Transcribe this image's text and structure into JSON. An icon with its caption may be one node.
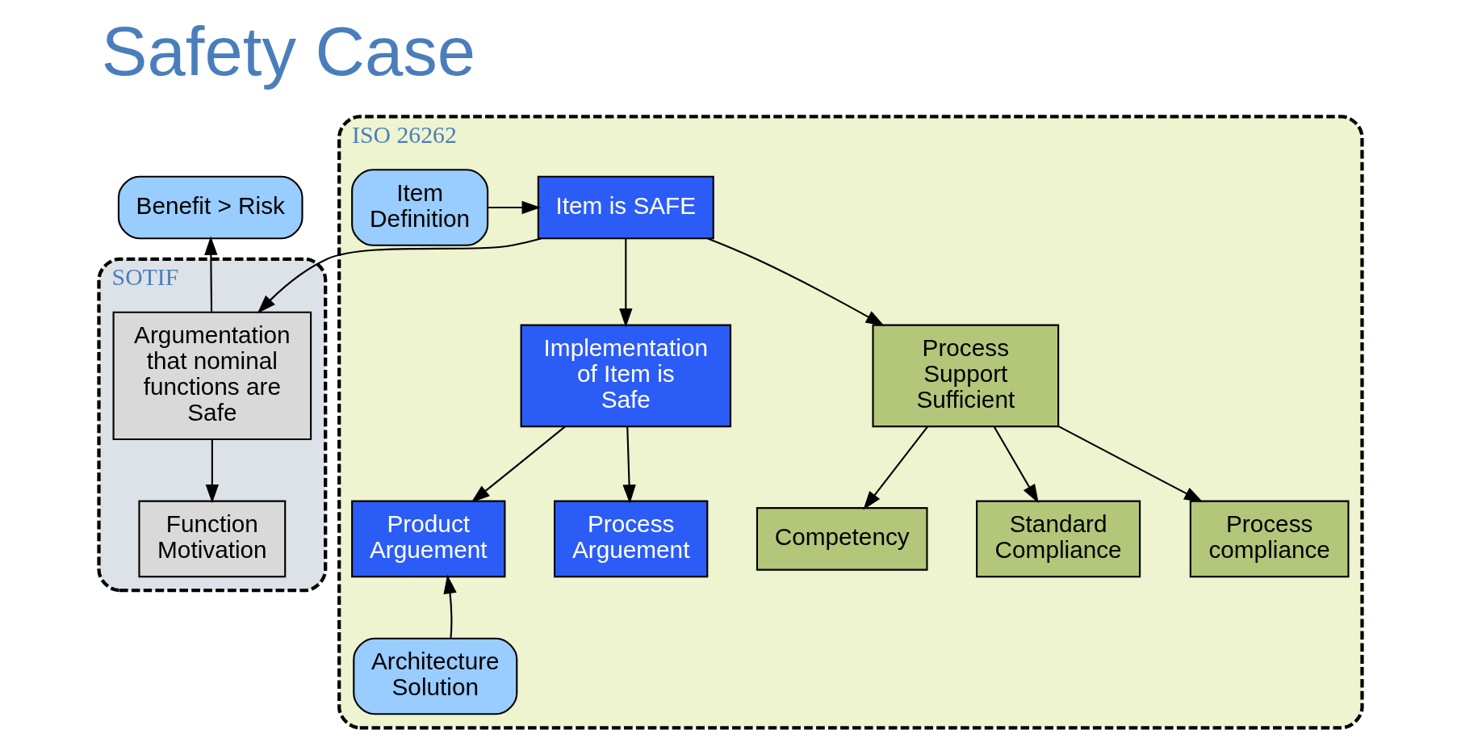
{
  "diagram": {
    "title": "Safety Case",
    "nodes": [
      {
        "text": [
          "ISO 26262"
        ]
      },
      {
        "text": [
          "Item is SAFE"
        ],
        "in": 0
      },
      {
        "text": [
          "Item Definition"
        ],
        "in": 0
      },
      {
        "text": [
          "SOTIF"
        ]
      },
      {
        "text": [
          "Argumentation that nominal functions are Safe"
        ],
        "in": 3
      },
      {
        "text": [
          "Benefit > Risk"
        ]
      },
      {
        "text": [
          "Implementation of Item is Safe"
        ],
        "in": 0
      },
      {
        "text": [
          "Process Support Sufficient"
        ],
        "in": 0
      },
      {
        "text": [
          "Product Arguement"
        ],
        "in": 0
      },
      {
        "text": [
          "Process Arguement"
        ],
        "in": 0
      },
      {
        "text": [
          "Competency"
        ],
        "in": 0
      },
      {
        "text": [
          "Standard Compliance"
        ],
        "in": 0
      },
      {
        "text": [
          "Function Motivation"
        ],
        "in": 3
      },
      {
        "text": [
          "Architecture Solution"
        ],
        "in": 0
      },
      {
        "text": [
          "Process compliance"
        ],
        "in": 0
      }
    ],
    "edges": [
      {
        "from": 2,
        "to": 1,
        "arrow": "to"
      },
      {
        "from": 1,
        "to": 4,
        "arrow": "to"
      },
      {
        "from": 1,
        "to": 6,
        "arrow": "to"
      },
      {
        "from": 1,
        "to": 7,
        "arrow": "to"
      },
      {
        "from": 4,
        "to": 5,
        "arrow": "to"
      },
      {
        "from": 4,
        "to": 12,
        "arrow": "to"
      },
      {
        "from": 6,
        "to": 8,
        "arrow": "to"
      },
      {
        "from": 6,
        "to": 9,
        "arrow": "to"
      },
      {
        "from": 7,
        "to": 10,
        "arrow": "to"
      },
      {
        "from": 7,
        "to": 11,
        "arrow": "to"
      },
      {
        "from": 7,
        "to": 14,
        "arrow": "to"
      },
      {
        "from": 13,
        "to": 8,
        "arrow": "to"
      }
    ]
  }
}
